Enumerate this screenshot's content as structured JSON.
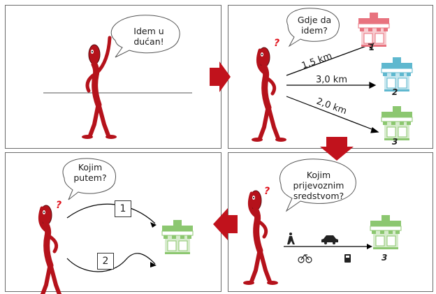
{
  "panels": {
    "p1": {
      "speech": [
        "Idem u",
        "dućan!"
      ]
    },
    "p2": {
      "speech": [
        "Gdje da",
        "idem?"
      ],
      "distances": [
        "1,5 km",
        "3,0 km",
        "2,0 km"
      ],
      "shops": [
        "1",
        "2",
        "3"
      ]
    },
    "p3": {
      "speech": [
        "Kojim",
        "putem?"
      ],
      "routes": [
        "1",
        "2"
      ]
    },
    "p4": {
      "speech": [
        "Kojim",
        "prijevoznim",
        "sredstvom?"
      ],
      "shop": "3"
    }
  },
  "colors": {
    "figure": "#b5121b",
    "question_mark": "#e0101a",
    "arrow": "#c1121c",
    "shop_red": "#e8737f",
    "shop_blue": "#5fb8cf",
    "shop_green": "#8cc770"
  }
}
